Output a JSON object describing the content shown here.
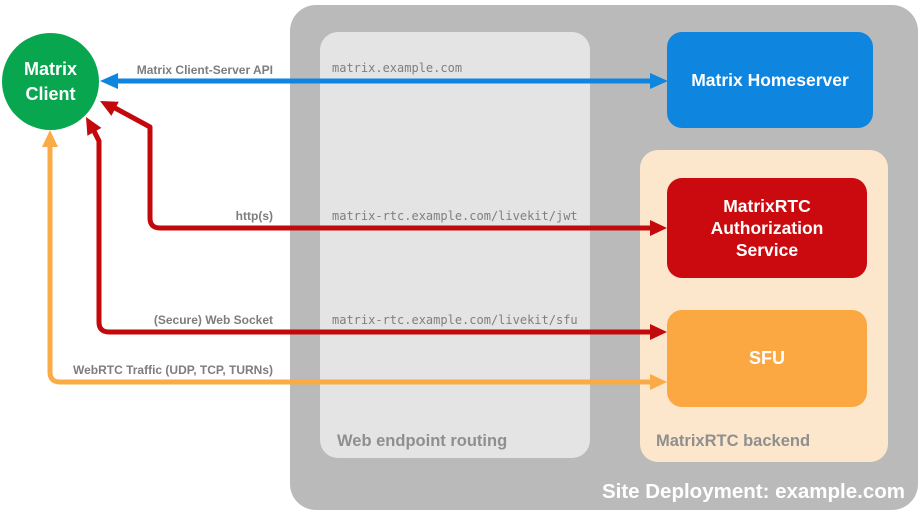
{
  "colors": {
    "green": "#09a650",
    "blue": "#0e86e0",
    "red": "#c4090d",
    "red_box": "#cb0a10",
    "orange_box": "#fba843",
    "orange_arrow": "#faab45",
    "container_gray": "#bababa",
    "panel_gray": "#e4e4e4",
    "backend_peach": "#fce7cd",
    "muted_text": "#7d7d7d",
    "section_text": "#8f8f8f"
  },
  "site": {
    "label": "Site Deployment: example.com"
  },
  "routing": {
    "label": "Web endpoint routing",
    "endpoints": [
      "matrix.example.com",
      "matrix-rtc.example.com/livekit/jwt",
      "matrix-rtc.example.com/livekit/sfu"
    ]
  },
  "backend": {
    "label": "MatrixRTC backend"
  },
  "nodes": {
    "client": {
      "lines": [
        "Matrix",
        "Client"
      ]
    },
    "homeserver": {
      "label": "Matrix Homeserver"
    },
    "auth_service": {
      "lines": [
        "MatrixRTC",
        "Authorization",
        "Service"
      ]
    },
    "sfu": {
      "label": "SFU"
    }
  },
  "arrows": [
    {
      "label": "Matrix Client-Server API"
    },
    {
      "label": "http(s)"
    },
    {
      "label": "(Secure) Web Socket"
    },
    {
      "label": "WebRTC Traffic (UDP, TCP, TURNs)"
    }
  ]
}
